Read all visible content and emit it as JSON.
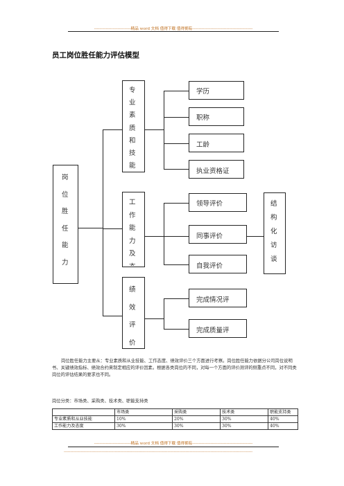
{
  "header": {
    "banner": "----------------------------精品 word 文档  值得下载  值得拥有----------------------------------------------"
  },
  "title": "员工岗位胜任能力评估模型",
  "diagram": {
    "root": [
      "岗",
      "位",
      "胜",
      "任",
      "能",
      "力"
    ],
    "group1": [
      "专",
      "业",
      "素",
      "质",
      "和",
      "技",
      "能"
    ],
    "group2": [
      "工",
      "作",
      "能",
      "力",
      "及",
      "态"
    ],
    "group3": [
      "绩",
      "效",
      "评",
      "价"
    ],
    "g1_items": [
      "学历",
      "职称",
      "工龄",
      "执业资格证"
    ],
    "g2_items": [
      "领导评价",
      "同事评价",
      "自我评价"
    ],
    "g3_items": [
      "完成情况评",
      "完成质量评"
    ],
    "structured": [
      "结",
      "构",
      "化",
      "访",
      "谈"
    ]
  },
  "body": {
    "para1": "岗位胜任能力主要从：专业素质和从业技能、工作态度、绩效评价三个方面进行考察。岗位胜任能力依据分公司岗位说明书、关键绩效指标、绩效合约来制定相应的评价因素。根据各类岗位的不同，对每一个方面的评价测评的侧重点不同，对不同类岗位的评估结果的要求也不同。",
    "para2": "岗位分类：市场类、采购类、技术类、职能支持类"
  },
  "table": {
    "headers": [
      "",
      "市场类",
      "采购类",
      "技术类",
      "职能支持类"
    ],
    "rows": [
      [
        "专业素质和从业技能",
        "10%",
        "20%",
        "30%",
        "40%"
      ],
      [
        "工作能力及态度",
        "30%",
        "30%",
        "30%",
        "40%"
      ]
    ]
  },
  "footer": {
    "banner": "----------------------------精品 word 文档  值得下载  值得拥有----------------------------------------------",
    "banner2": "------------------------------------------------------------------------------------------------------------------------------------------------"
  }
}
